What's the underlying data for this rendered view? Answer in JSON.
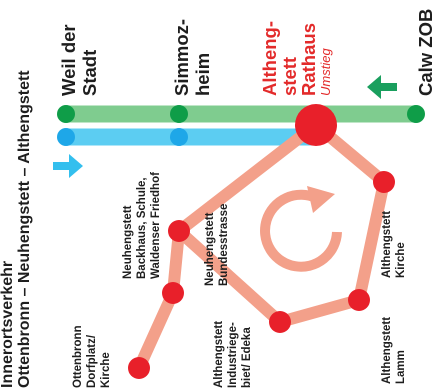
{
  "header": {
    "line1": "Innerortsverkehr",
    "line2": "Ottenbronn – Neuhengstett – Althengstett"
  },
  "main_line_stops": {
    "weil": [
      "Weil der",
      "Stadt"
    ],
    "simmozheim": [
      "Simmoz-",
      "heim"
    ],
    "rathaus": [
      "Altheng-",
      "stett",
      "Rathaus"
    ],
    "rathaus_note": "Umstieg",
    "calw": "Calw ZOB"
  },
  "local_stops": {
    "ottenbronn": [
      "Ottenbronn",
      "Dorfplatz/",
      "Kirche"
    ],
    "neuhengstett_backhaus": [
      "Neuhengstett",
      "Backhaus, Schule,",
      "Waldenser Friedhof"
    ],
    "neuhengstett_bundesstrasse": [
      "Neuhengstett",
      "Bundesstrasse"
    ],
    "industriegebiet": [
      "Althengstett",
      "Industriege-",
      "biet/ Edeka"
    ],
    "kirche": [
      "Althengstett",
      "Kirche"
    ],
    "lamm": [
      "Althengstett",
      "Lamm"
    ]
  },
  "colors": {
    "green_line": "#7fcc8f",
    "blue_line": "#5ccdf2",
    "loop_line": "#f3a08a",
    "stop_red": "#e8202a",
    "stop_green": "#0f9d48",
    "stop_blue": "#1ea7e8",
    "arrow_green": "#1a9f5e",
    "arrow_blue": "#33bfee",
    "text_red": "#e32b2b"
  },
  "icons": {
    "direction_arrow_green": "arrow-left-icon",
    "direction_arrow_blue": "arrow-right-icon",
    "loop_arrow": "circular-arrow-icon"
  }
}
